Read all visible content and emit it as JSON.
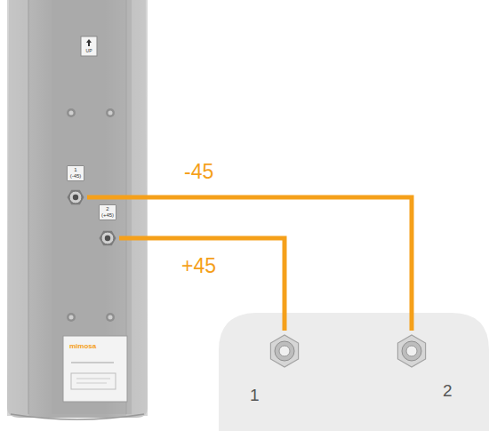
{
  "diagram": {
    "nodes": [
      {
        "text": [
          "1",
          "(-45)"
        ]
      },
      {
        "text": [
          "2",
          "(+45)"
        ]
      },
      {
        "text": [
          "1"
        ]
      },
      {
        "text": [
          "2"
        ]
      }
    ],
    "edges": [
      {
        "from": 0,
        "to": 3,
        "label": "-45",
        "arrow": "none"
      },
      {
        "from": 1,
        "to": 2,
        "label": "+45",
        "arrow": "none"
      }
    ],
    "labels": [
      "UP",
      "mimosa"
    ]
  }
}
